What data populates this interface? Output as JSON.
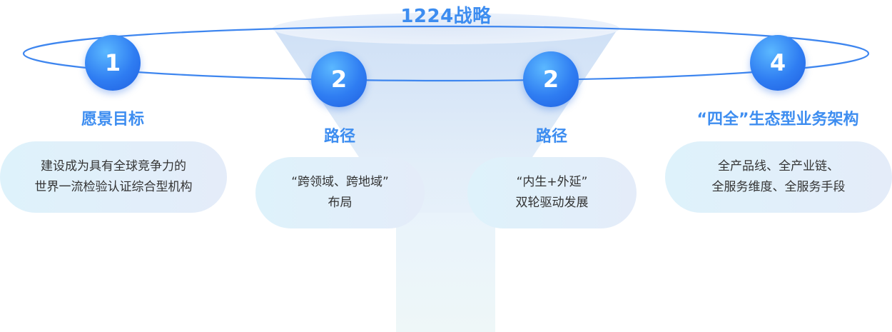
{
  "title": "1224战略",
  "colors": {
    "accent": "#3d8df0",
    "circle": "#2f7df2",
    "pill_bg": "#e1eff9",
    "funnel": "#d6e6f7"
  },
  "items": [
    {
      "number": "1",
      "label": "愿景目标",
      "lines": [
        "建设成为具有全球竞争力的",
        "世界一流检验认证综合型机构"
      ]
    },
    {
      "number": "2",
      "label": "路径",
      "lines": [
        "“跨领域、跨地域”",
        "布局"
      ]
    },
    {
      "number": "2",
      "label": "路径",
      "lines": [
        "“内生+外延”",
        "双轮驱动发展"
      ]
    },
    {
      "number": "4",
      "label": "“四全”生态型业务架构",
      "lines": [
        "全产品线、全产业链、",
        "全服务维度、全服务手段"
      ]
    }
  ]
}
